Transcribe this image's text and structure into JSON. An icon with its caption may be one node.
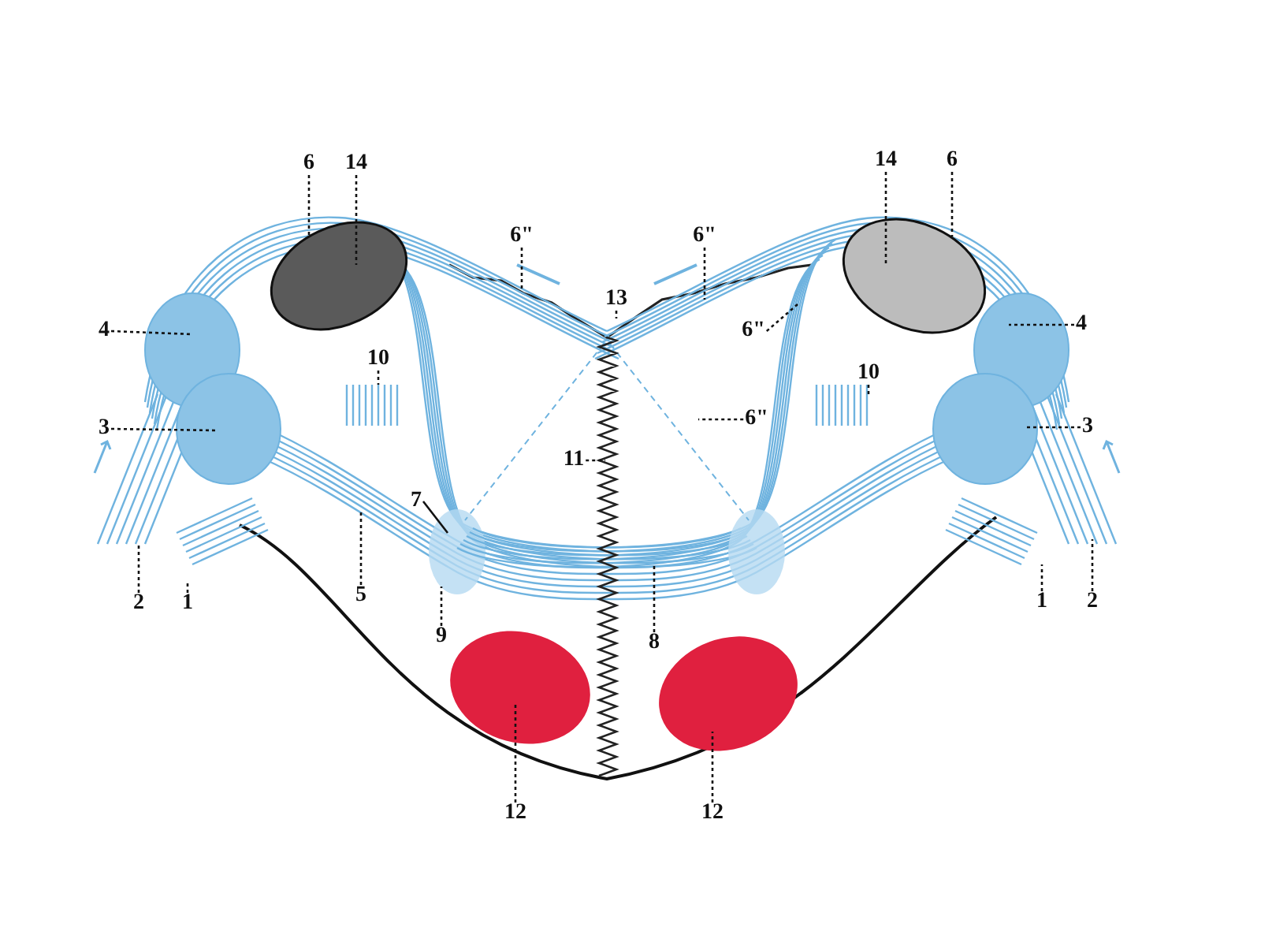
{
  "diagram": {
    "nodes": [
      {
        "text": [
          "6"
        ]
      },
      {
        "text": [
          "14"
        ]
      },
      {
        "text": [
          "6\""
        ]
      },
      {
        "text": [
          "6\""
        ]
      },
      {
        "text": [
          "14"
        ]
      },
      {
        "text": [
          "6"
        ]
      },
      {
        "text": [
          "13"
        ]
      },
      {
        "text": [
          "4"
        ]
      },
      {
        "text": [
          "6\""
        ]
      },
      {
        "text": [
          "4"
        ]
      },
      {
        "text": [
          "10"
        ]
      },
      {
        "text": [
          "10"
        ]
      },
      {
        "text": [
          "3"
        ]
      },
      {
        "text": [
          "6\""
        ]
      },
      {
        "text": [
          "3"
        ]
      },
      {
        "text": [
          "11"
        ]
      },
      {
        "text": [
          "7"
        ]
      },
      {
        "text": [
          "2"
        ]
      },
      {
        "text": [
          "1"
        ]
      },
      {
        "text": [
          "5"
        ]
      },
      {
        "text": [
          "9"
        ]
      },
      {
        "text": [
          "8"
        ]
      },
      {
        "text": [
          "1"
        ]
      },
      {
        "text": [
          "2"
        ]
      },
      {
        "text": [
          "12"
        ]
      },
      {
        "text": [
          "12"
        ]
      }
    ],
    "edges": [
      {
        "from": 0,
        "to": null,
        "arrow": "none",
        "style": "dashed"
      },
      {
        "from": 1,
        "to": null,
        "arrow": "none",
        "style": "dashed"
      },
      {
        "from": 2,
        "to": null,
        "arrow": "none",
        "style": "dashed"
      },
      {
        "from": 3,
        "to": null,
        "arrow": "none",
        "style": "dashed"
      },
      {
        "from": 4,
        "to": null,
        "arrow": "none",
        "style": "dashed"
      },
      {
        "from": 5,
        "to": null,
        "arrow": "none",
        "style": "dashed"
      },
      {
        "from": 6,
        "to": null,
        "arrow": "none",
        "style": "dashed"
      },
      {
        "from": 7,
        "to": null,
        "arrow": "none",
        "style": "dashed"
      },
      {
        "from": 8,
        "to": null,
        "arrow": "none",
        "style": "dashed"
      },
      {
        "from": 9,
        "to": null,
        "arrow": "none",
        "style": "dashed"
      },
      {
        "from": 10,
        "to": null,
        "arrow": "none",
        "style": "dashed"
      },
      {
        "from": 11,
        "to": null,
        "arrow": "none",
        "style": "dashed"
      },
      {
        "from": 12,
        "to": null,
        "arrow": "none",
        "style": "dashed"
      },
      {
        "from": 13,
        "to": null,
        "arrow": "none",
        "style": "dashed"
      },
      {
        "from": 14,
        "to": null,
        "arrow": "none",
        "style": "dashed"
      },
      {
        "from": 15,
        "to": null,
        "arrow": "none",
        "style": "dashed"
      },
      {
        "from": 16,
        "to": null,
        "arrow": "none"
      },
      {
        "from": 17,
        "to": null,
        "arrow": "none",
        "style": "dashed"
      },
      {
        "from": 18,
        "to": null,
        "arrow": "none",
        "style": "dashed"
      },
      {
        "from": 19,
        "to": null,
        "arrow": "none",
        "style": "dashed"
      },
      {
        "from": 20,
        "to": null,
        "arrow": "none",
        "style": "dashed"
      },
      {
        "from": 21,
        "to": null,
        "arrow": "none",
        "style": "dashed"
      },
      {
        "from": 22,
        "to": null,
        "arrow": "none",
        "style": "dashed"
      },
      {
        "from": 23,
        "to": null,
        "arrow": "none",
        "style": "dashed"
      },
      {
        "from": 24,
        "to": null,
        "arrow": "none",
        "style": "dashed"
      },
      {
        "from": 25,
        "to": null,
        "arrow": "none",
        "style": "dashed"
      }
    ]
  }
}
